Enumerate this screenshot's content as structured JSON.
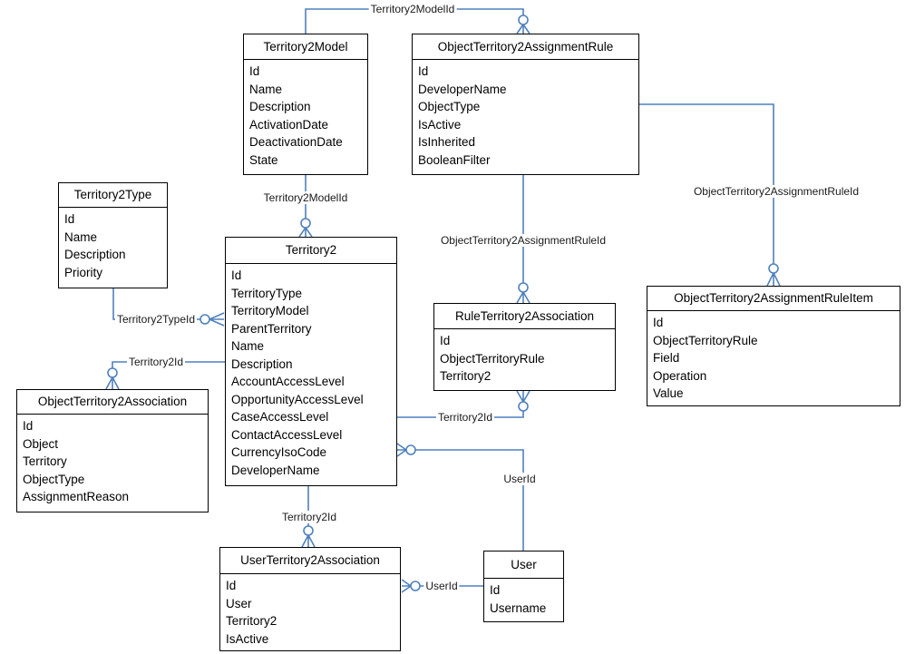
{
  "diagram": {
    "colors": {
      "connector_blue": "#4f81bd",
      "entity_border": "#000000",
      "text": "#000000",
      "background": "#ffffff"
    },
    "entities": {
      "territory2model": {
        "title": "Territory2Model",
        "fields": [
          "Id",
          "Name",
          "Description",
          "ActivationDate",
          "DeactivationDate",
          "State"
        ]
      },
      "objectterritory2assignmentrule": {
        "title": "ObjectTerritory2AssignmentRule",
        "fields": [
          "Id",
          "DeveloperName",
          "ObjectType",
          "IsActive",
          "IsInherited",
          "BooleanFilter"
        ]
      },
      "territory2type": {
        "title": "Territory2Type",
        "fields": [
          "Id",
          "Name",
          "Description",
          "Priority"
        ]
      },
      "territory2": {
        "title": "Territory2",
        "fields": [
          "Id",
          "TerritoryType",
          "TerritoryModel",
          "ParentTerritory",
          "Name",
          "Description",
          "AccountAccessLevel",
          "OpportunityAccessLevel",
          "CaseAccessLevel",
          "ContactAccessLevel",
          "CurrencyIsoCode",
          "DeveloperName"
        ]
      },
      "ruleterritory2association": {
        "title": "RuleTerritory2Association",
        "fields": [
          "Id",
          "ObjectTerritoryRule",
          "Territory2"
        ]
      },
      "objectterritory2assignmentruleitem": {
        "title": "ObjectTerritory2AssignmentRuleItem",
        "fields": [
          "Id",
          "ObjectTerritoryRule",
          "Field",
          "Operation",
          "Value"
        ]
      },
      "objectterritory2association": {
        "title": "ObjectTerritory2Association",
        "fields": [
          "Id",
          "Object",
          "Territory",
          "ObjectType",
          "AssignmentReason"
        ]
      },
      "userterritory2association": {
        "title": "UserTerritory2Association",
        "fields": [
          "Id",
          "User",
          "Territory2",
          "IsActive"
        ]
      },
      "user": {
        "title": "User",
        "fields": [
          "Id",
          "Username"
        ]
      }
    },
    "connector_labels": {
      "model_to_assignmentrule": "Territory2ModelId",
      "model_to_territory2": "Territory2ModelId",
      "assignmentrule_to_ruleassociation": "ObjectTerritory2AssignmentRuleId",
      "assignmentrule_to_ruleitem": "ObjectTerritory2AssignmentRuleId",
      "type_to_territory2": "Territory2TypeId",
      "territory2_to_objectassociation": "Territory2Id",
      "territory2_to_ruleassociation": "Territory2Id",
      "territory2_to_user": "UserId",
      "territory2_to_userassociation": "Territory2Id",
      "userassociation_to_user": "UserId"
    }
  }
}
